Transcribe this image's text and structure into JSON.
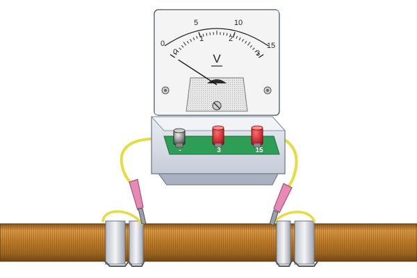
{
  "meter": {
    "unit_symbol": "V",
    "outer_scale": [
      "0",
      "5",
      "10",
      "15"
    ],
    "inner_scale": [
      "0",
      "1",
      "2",
      "3"
    ],
    "pointer_reading": 0
  },
  "terminals": {
    "negative": "-",
    "range_low": "3",
    "range_high": "15"
  },
  "colors": {
    "meter_face": "#f4f4f4",
    "meter_body": "#d9dde6",
    "terminal_panel": "#2e9e57",
    "terminal_red": "#d51d2b",
    "terminal_black": "#333333",
    "wire": "#e6dc3d",
    "clip_sleeve": "#e68ab4",
    "pipe_copper": "#b57829"
  }
}
